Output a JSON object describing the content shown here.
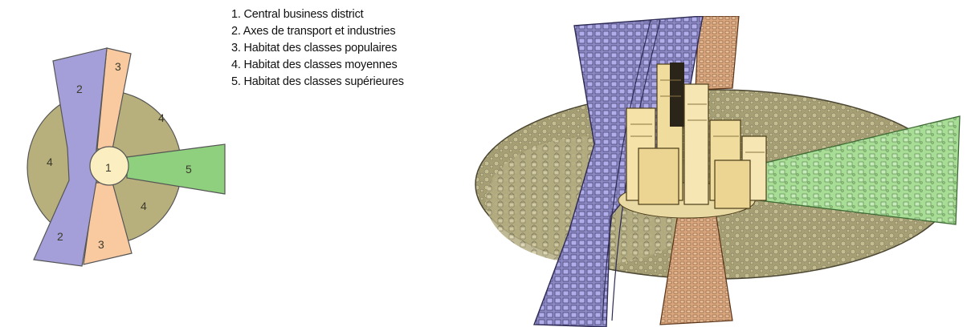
{
  "legend": [
    {
      "num": "1",
      "text": "1. Central business district"
    },
    {
      "num": "2",
      "text": "2. Axes de transport et industries"
    },
    {
      "num": "3",
      "text": "3. Habitat des classes populaires"
    },
    {
      "num": "4",
      "text": "4. Habitat des classes moyennes"
    },
    {
      "num": "5",
      "text": "5. Habitat des classes supérieures"
    }
  ],
  "schematic_labels": {
    "cbd": "1",
    "transport_top": "2",
    "transport_bottom": "2",
    "popular_top": "3",
    "popular_bottom": "3",
    "middle_left": "4",
    "middle_top_right": "4",
    "middle_bottom_right": "4",
    "upper": "5"
  },
  "colors": {
    "cbd": "#fbeec0",
    "transport": "#a49fd8",
    "popular": "#f9c9a0",
    "middle": "#b8b07c",
    "upper": "#8fd07e",
    "outline": "#555555"
  }
}
